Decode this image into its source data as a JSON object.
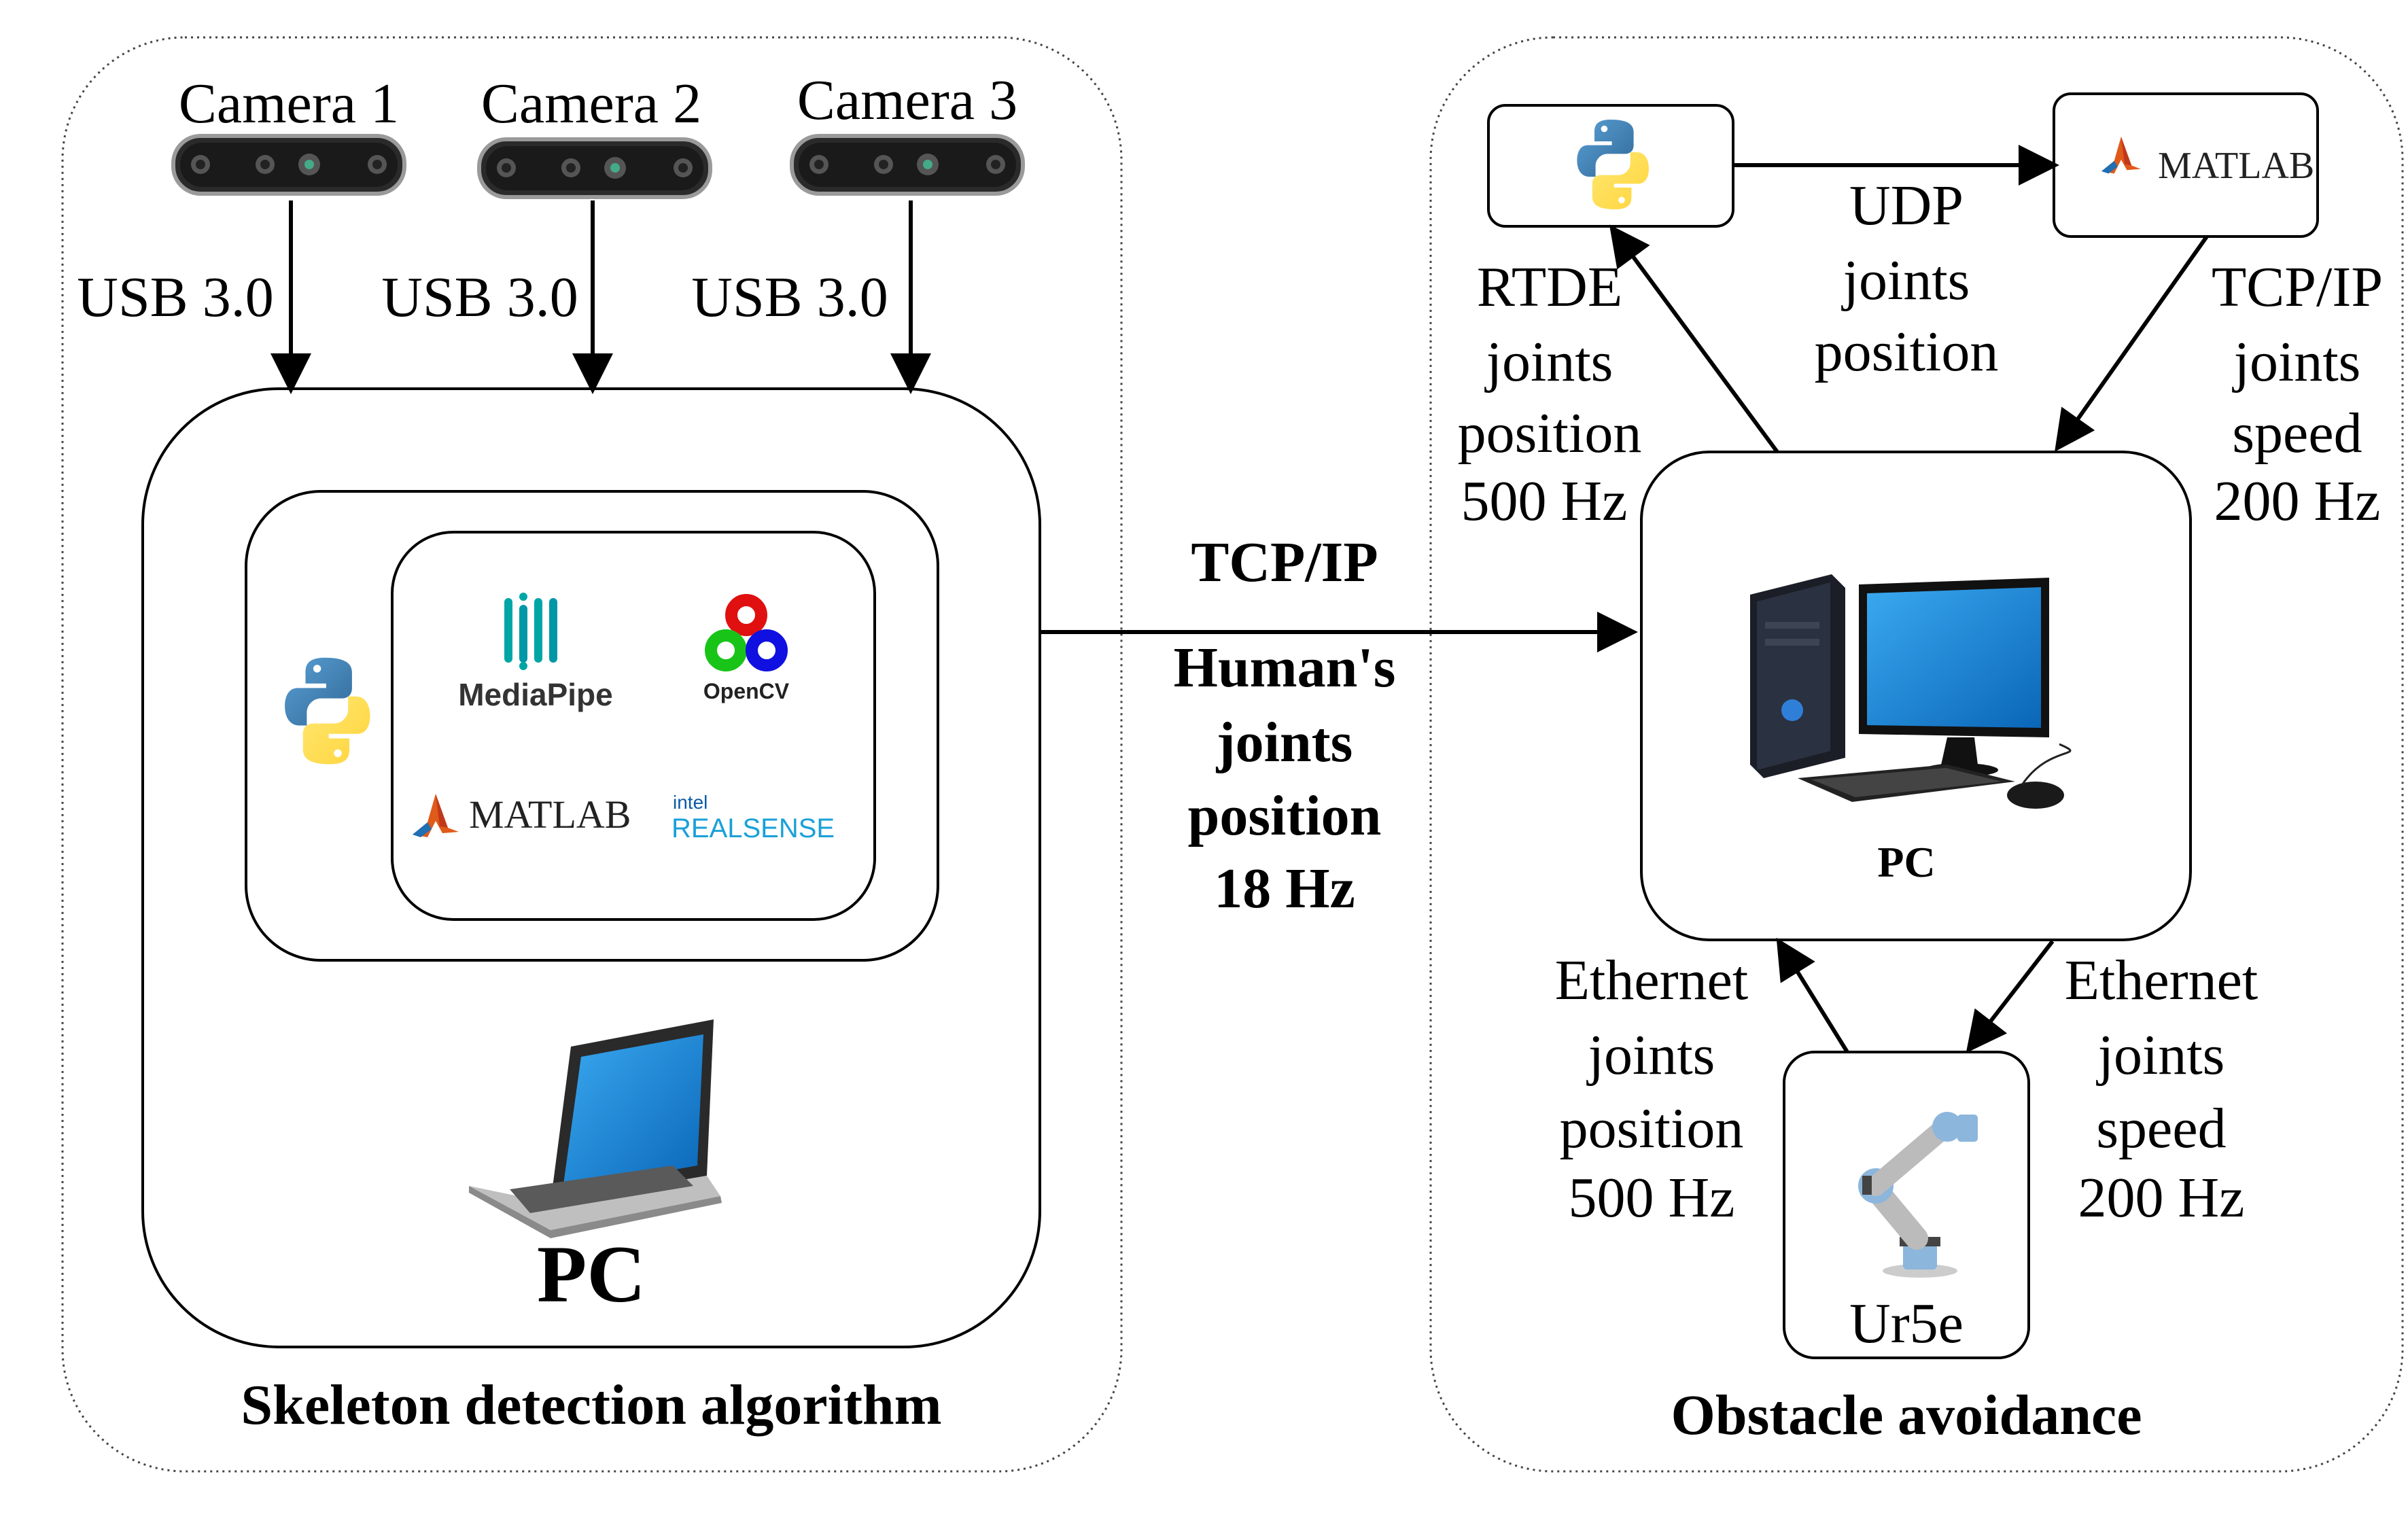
{
  "left_panel": {
    "caption": "Skeleton detection algorithm",
    "cameras": [
      {
        "label": "Camera 1",
        "link": "USB 3.0"
      },
      {
        "label": "Camera 2",
        "link": "USB 3.0"
      },
      {
        "label": "Camera 3",
        "link": "USB 3.0"
      }
    ],
    "pc_label": "PC",
    "software": {
      "mediapipe": "MediaPipe",
      "opencv": "OpenCV",
      "matlab": "MATLAB",
      "realsense_brand": "intel",
      "realsense": "REALSENSE"
    }
  },
  "link_middle": {
    "protocol": "TCP/IP",
    "lines": [
      "Human's",
      "joints",
      "position",
      "18 Hz"
    ]
  },
  "right_panel": {
    "caption": "Obstacle avoidance",
    "matlab_label": "MATLAB",
    "pc_label": "PC",
    "robot_label": "Ur5e",
    "udp_lines": [
      "UDP",
      "joints",
      "position"
    ],
    "rtde_lines": [
      "RTDE",
      "joints",
      "position",
      "500 Hz"
    ],
    "tcp_lines": [
      "TCP/IP",
      "joints",
      "speed",
      "200 Hz"
    ],
    "eth_left_lines": [
      "Ethernet",
      "joints",
      "position",
      "500 Hz"
    ],
    "eth_right_lines": [
      "Ethernet",
      "joints",
      "speed",
      "200 Hz"
    ]
  }
}
